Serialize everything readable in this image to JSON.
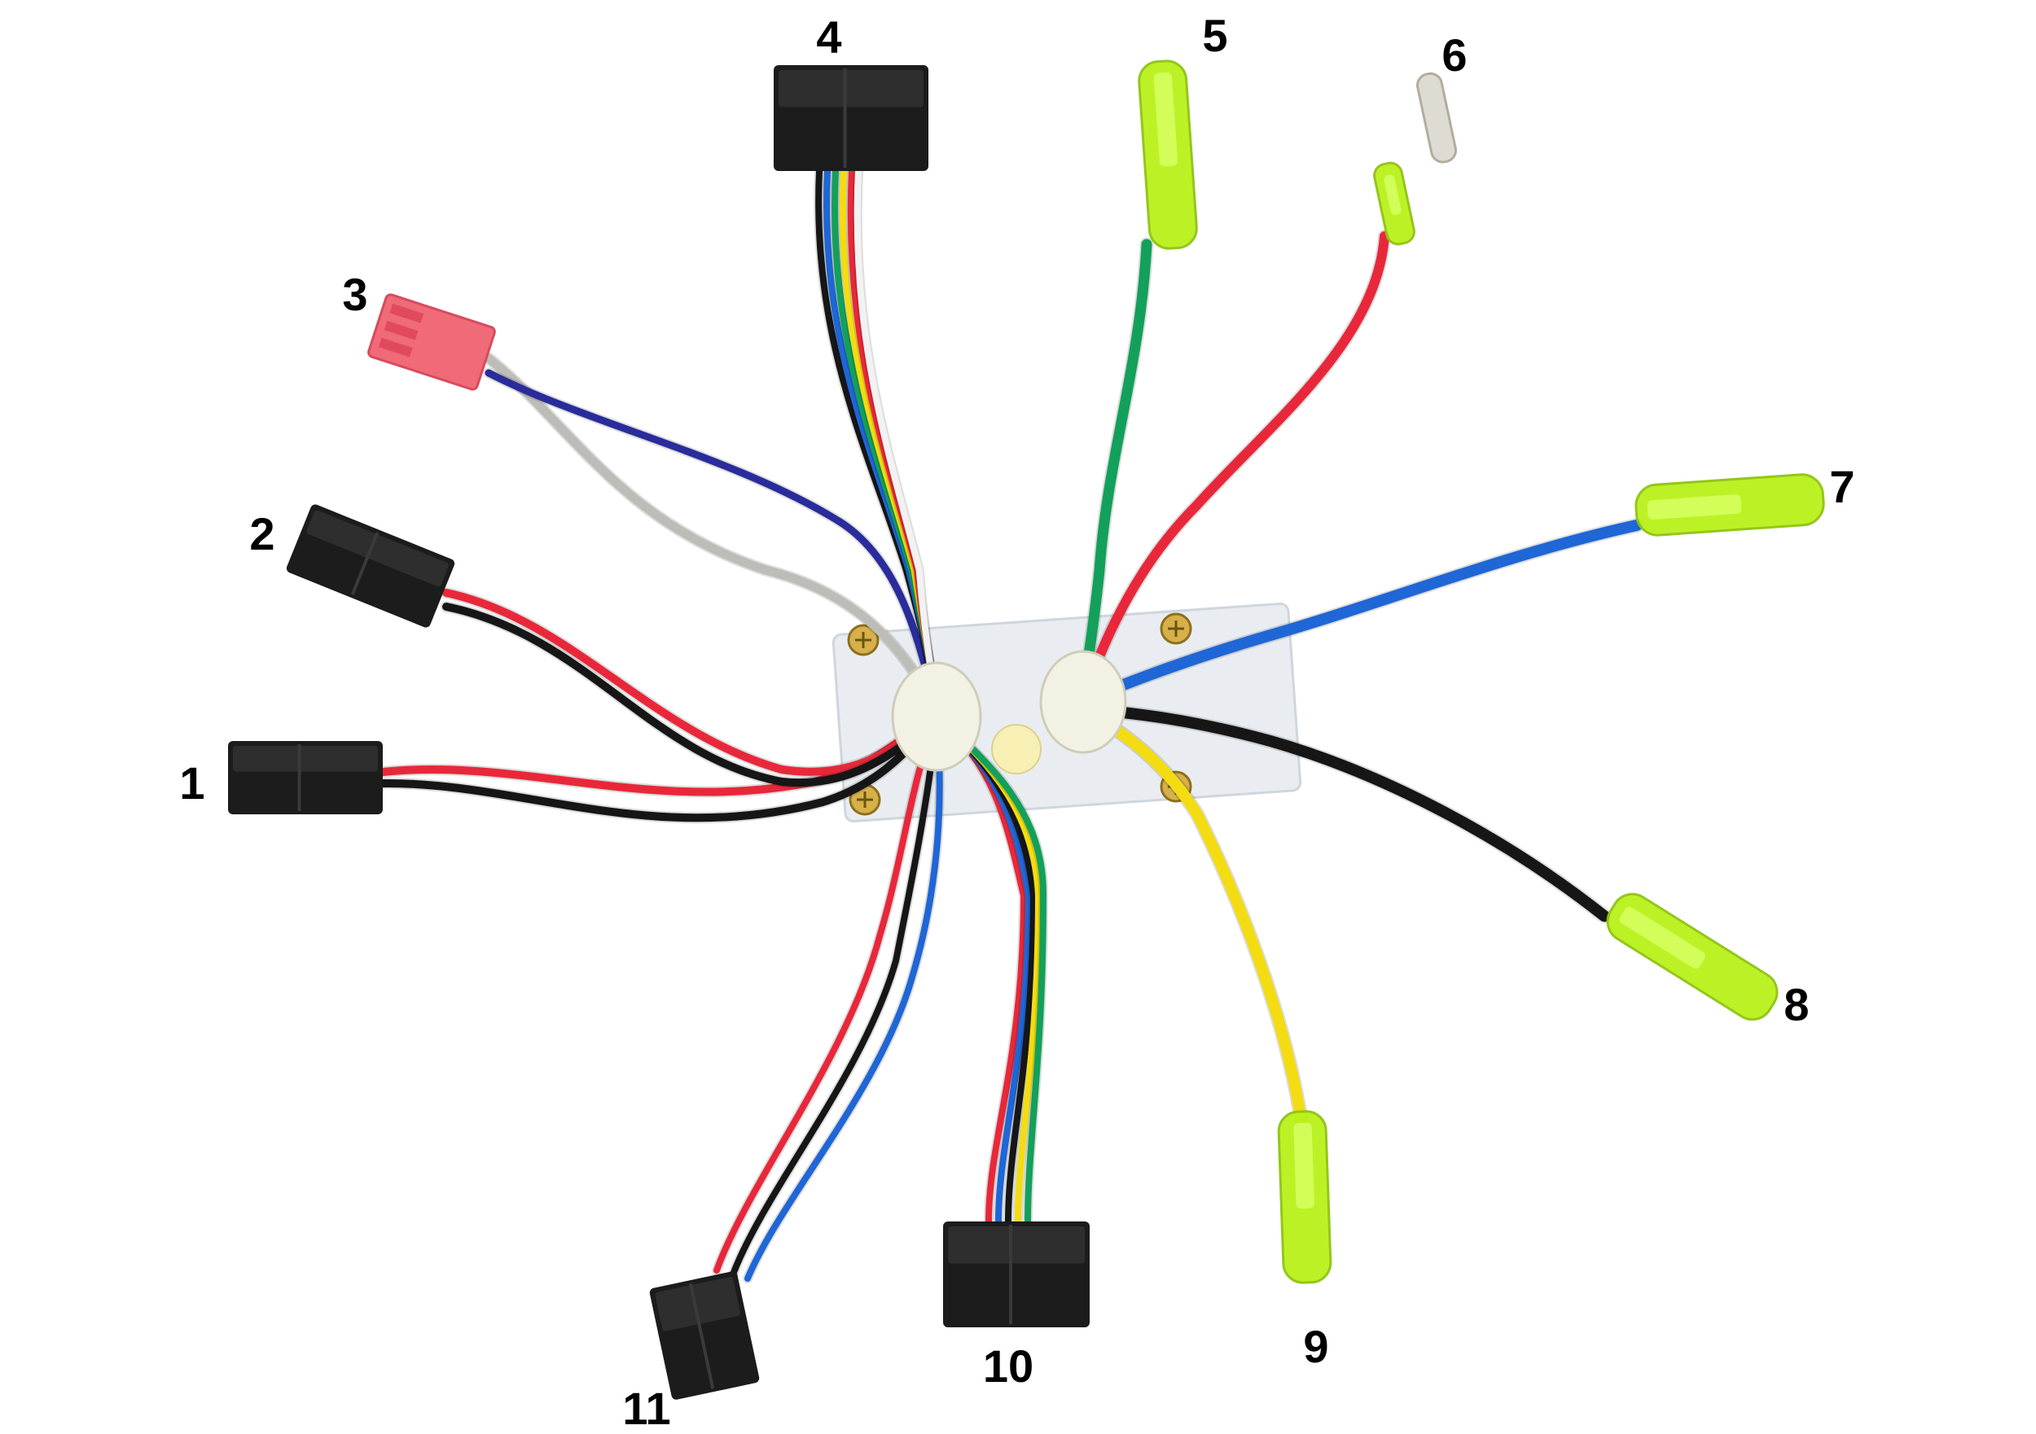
{
  "photo": {
    "connectors": [
      {
        "label": "1",
        "kind": "2-pin black plug",
        "wires": [
          "red",
          "black"
        ]
      },
      {
        "label": "2",
        "kind": "2-pin black plug",
        "wires": [
          "red",
          "black"
        ]
      },
      {
        "label": "3",
        "kind": "3-pin red plug",
        "wires": [
          "gray",
          "navy"
        ]
      },
      {
        "label": "4",
        "kind": "6-pin black plug",
        "wires": [
          "black",
          "blue",
          "green",
          "yellow",
          "red",
          "white"
        ]
      },
      {
        "label": "5",
        "kind": "green bullet connector",
        "wires": [
          "green"
        ]
      },
      {
        "label": "6",
        "kind": "bullet connector",
        "wires": [
          "red"
        ]
      },
      {
        "label": "7",
        "kind": "green bullet connector",
        "wires": [
          "blue"
        ]
      },
      {
        "label": "8",
        "kind": "green bullet connector",
        "wires": [
          "black"
        ]
      },
      {
        "label": "9",
        "kind": "green bullet connector",
        "wires": [
          "yellow"
        ]
      },
      {
        "label": "10",
        "kind": "6-pin black plug",
        "wires": [
          "red",
          "blue",
          "black",
          "yellow",
          "green"
        ]
      },
      {
        "label": "11",
        "kind": "4-pin black plug",
        "wires": [
          "red",
          "black",
          "blue"
        ]
      }
    ],
    "colors": {
      "red": "#e8283a",
      "black": "#161616",
      "blue": "#1f66d6",
      "navy": "#2a2c9c",
      "gray": "#bdbdb8",
      "green": "#13a05a",
      "yellow": "#f3dc12",
      "white": "#f2f2f2",
      "sleeve": "#b9f21a",
      "plug_black": "#1c1c1c",
      "plug_red": "#f06a78",
      "plate": "#e9edf1"
    }
  }
}
